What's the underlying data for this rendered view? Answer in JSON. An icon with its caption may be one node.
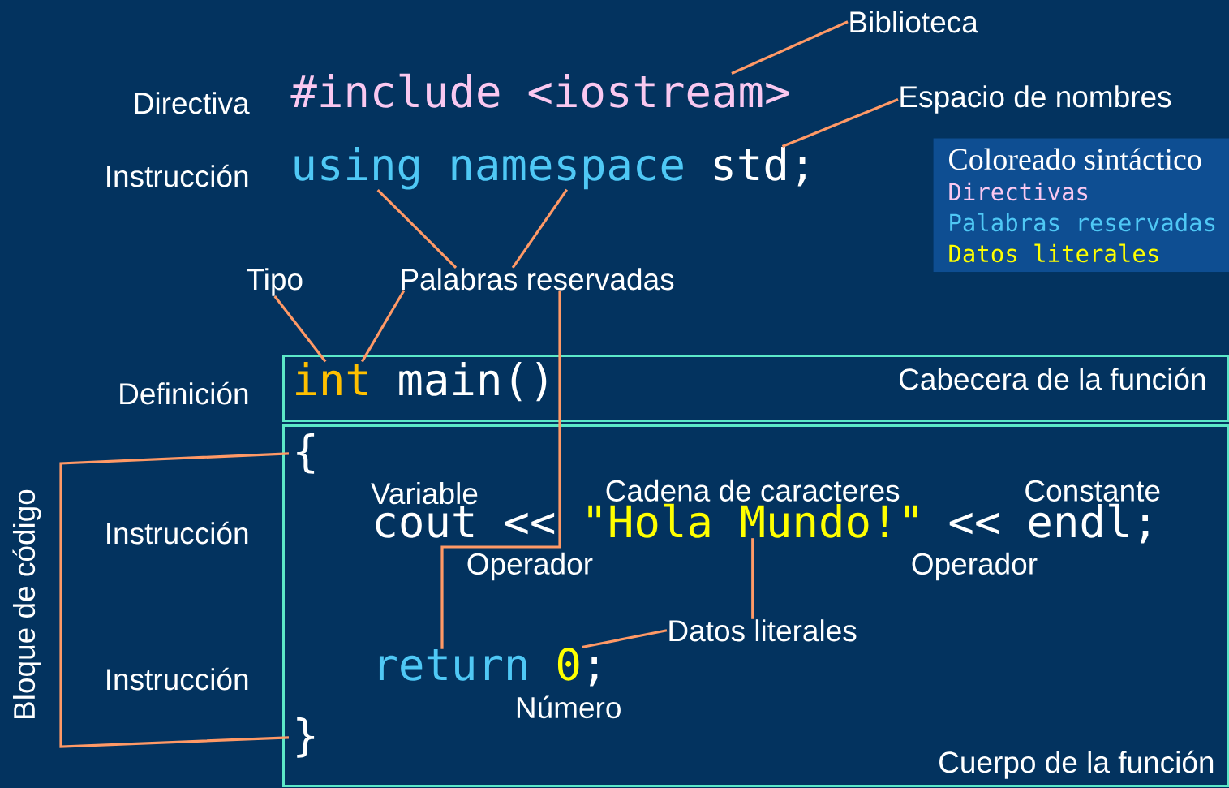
{
  "diagram": {
    "nodes": [
      {
        "text": [
          "Biblioteca"
        ]
      },
      {
        "text": [
          "Espacio de nombres"
        ]
      },
      {
        "text": [
          "#include"
        ]
      },
      {
        "text": [
          "<iostream>"
        ]
      },
      {
        "text": [
          "using"
        ]
      },
      {
        "text": [
          "namespace"
        ]
      },
      {
        "text": [
          "std;"
        ]
      },
      {
        "text": [
          "Coloreado sintáctico",
          "Directivas",
          "Palabras reservadas",
          "Datos literales"
        ]
      },
      {
        "text": [
          "Tipo"
        ]
      },
      {
        "text": [
          "Palabras reservadas"
        ]
      },
      {
        "text": [
          "Cabecera de la función"
        ]
      },
      {
        "text": [
          "int"
        ],
        "in": 10
      },
      {
        "text": [
          "main()"
        ],
        "in": 10
      },
      {
        "text": [
          "Cuerpo de la función"
        ]
      },
      {
        "text": [
          "{"
        ],
        "in": 13
      },
      {
        "text": [
          "cout"
        ],
        "in": 13,
        "beside": [
          "Variable"
        ]
      },
      {
        "text": [
          "<<"
        ],
        "in": 13,
        "beside": [
          "Operador"
        ]
      },
      {
        "text": [
          "\"Hola Mundo!\""
        ],
        "in": 13,
        "beside": [
          "Cadena de caracteres"
        ]
      },
      {
        "text": [
          "<<"
        ],
        "in": 13,
        "beside": [
          "Operador"
        ]
      },
      {
        "text": [
          "endl;"
        ],
        "in": 13,
        "beside": [
          "Constante"
        ]
      },
      {
        "text": [
          "Datos literales"
        ],
        "in": 13
      },
      {
        "text": [
          "return"
        ],
        "in": 13
      },
      {
        "text": [
          "0"
        ],
        "in": 13,
        "beside": [
          "Número"
        ]
      },
      {
        "text": [
          ";"
        ],
        "in": 13
      },
      {
        "text": [
          "}"
        ],
        "in": 13
      }
    ],
    "edges": [
      {
        "from": 0,
        "to": 3,
        "arrow": "none"
      },
      {
        "from": 1,
        "to": 6,
        "arrow": "none"
      },
      {
        "from": 9,
        "to": 4,
        "arrow": "none"
      },
      {
        "from": 9,
        "to": 5,
        "arrow": "none"
      },
      {
        "from": 8,
        "to": 11,
        "arrow": "none"
      },
      {
        "from": 9,
        "to": 11,
        "arrow": "none"
      },
      {
        "from": 9,
        "to": 21,
        "arrow": "none"
      },
      {
        "from": 20,
        "to": 17,
        "arrow": "none"
      },
      {
        "from": 20,
        "to": 22,
        "arrow": "none"
      },
      {
        "from": 14,
        "to": 24,
        "arrow": "none"
      }
    ],
    "labels": [
      "Directiva",
      "Instrucción",
      "Definición",
      "Bloque de código",
      "Instrucción",
      "Instrucción"
    ]
  }
}
